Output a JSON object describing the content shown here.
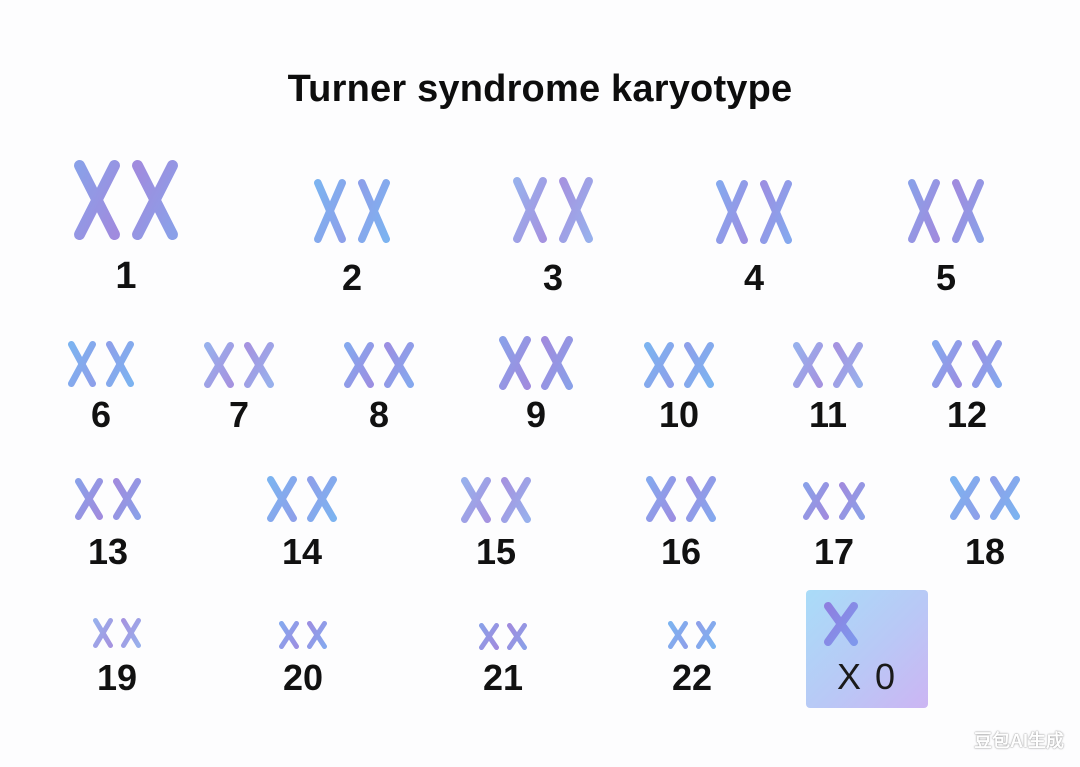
{
  "title": "Turner syndrome karyotype",
  "chromosomes": [
    {
      "label": "1"
    },
    {
      "label": "2"
    },
    {
      "label": "3"
    },
    {
      "label": "4"
    },
    {
      "label": "5"
    },
    {
      "label": "6"
    },
    {
      "label": "7"
    },
    {
      "label": "8"
    },
    {
      "label": "9"
    },
    {
      "label": "10"
    },
    {
      "label": "11"
    },
    {
      "label": "12"
    },
    {
      "label": "13"
    },
    {
      "label": "14"
    },
    {
      "label": "15"
    },
    {
      "label": "16"
    },
    {
      "label": "17"
    },
    {
      "label": "18"
    },
    {
      "label": "19"
    },
    {
      "label": "20"
    },
    {
      "label": "21"
    },
    {
      "label": "22"
    }
  ],
  "sex_chromosome": {
    "label": "X 0"
  },
  "watermark": "豆包AI生成",
  "colors": {
    "chromosome_blue": "#7fb2ef",
    "chromosome_purple": "#9c8ee0",
    "box_gradient_start": "#a9dcf8",
    "box_gradient_end": "#ccb5f3"
  }
}
